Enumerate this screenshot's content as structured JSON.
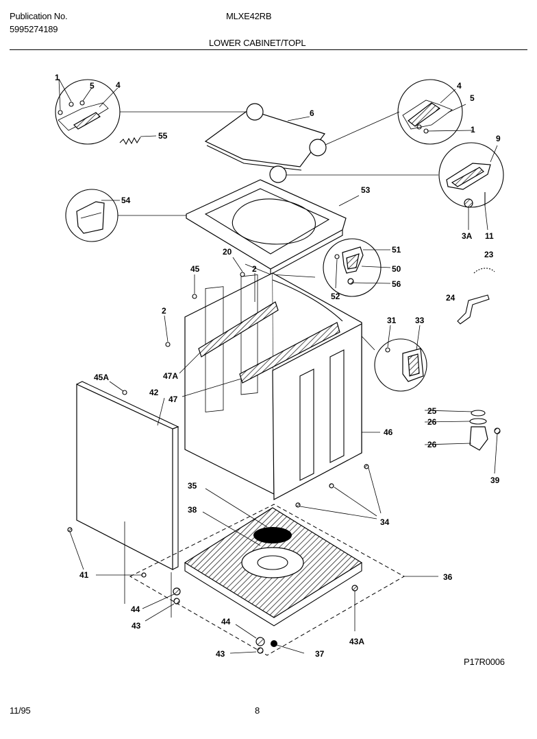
{
  "header": {
    "publication_label": "Publication No.",
    "publication_number": "5995274189",
    "model": "MLXE42RB",
    "section_title": "LOWER CABINET/TOPL"
  },
  "footer": {
    "date": "11/95",
    "page": "8",
    "figure_code": "P17R0006"
  },
  "callouts": {
    "c1a": "1",
    "c5a": "5",
    "c4a": "4",
    "c6": "6",
    "c55": "55",
    "c4b": "4",
    "c5b": "5",
    "c1b": "1",
    "c9": "9",
    "c3a": "3A",
    "c11": "11",
    "c54": "54",
    "c53": "53",
    "c51": "51",
    "c50": "50",
    "c56": "56",
    "c52": "52",
    "c20": "20",
    "c45": "45",
    "c2a": "2",
    "c2b": "2",
    "c47a": "47A",
    "c47": "47",
    "c45a": "45A",
    "c42": "42",
    "c31": "31",
    "c33": "33",
    "c46": "46",
    "c23": "23",
    "c24": "24",
    "c25": "25",
    "c26a": "26",
    "c26b": "26",
    "c39": "39",
    "c35": "35",
    "c38": "38",
    "c34": "34",
    "c36": "36",
    "c41": "41",
    "c44a": "44",
    "c43a": "43",
    "c44b": "44",
    "c43b": "43",
    "c43c": "43A",
    "c37": "37"
  }
}
